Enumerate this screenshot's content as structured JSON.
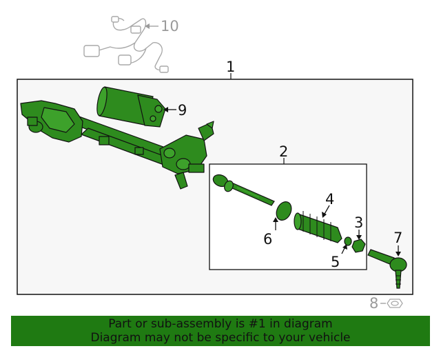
{
  "diagram": {
    "callouts": {
      "c1": "1",
      "c2": "2",
      "c3": "3",
      "c4": "4",
      "c5": "5",
      "c6": "6",
      "c7": "7",
      "c8": "8",
      "c9": "9",
      "c10": "10"
    },
    "colors": {
      "highlight": "#1f7a12",
      "part_fill": "#2e8b1e",
      "outline": "#111111",
      "ghost": "#a8a8a8",
      "box_fill": "#f7f7f7"
    }
  },
  "banner": {
    "line1": "Part or sub-assembly is #1 in diagram",
    "line2": "Diagram may not be specific to your vehicle"
  }
}
